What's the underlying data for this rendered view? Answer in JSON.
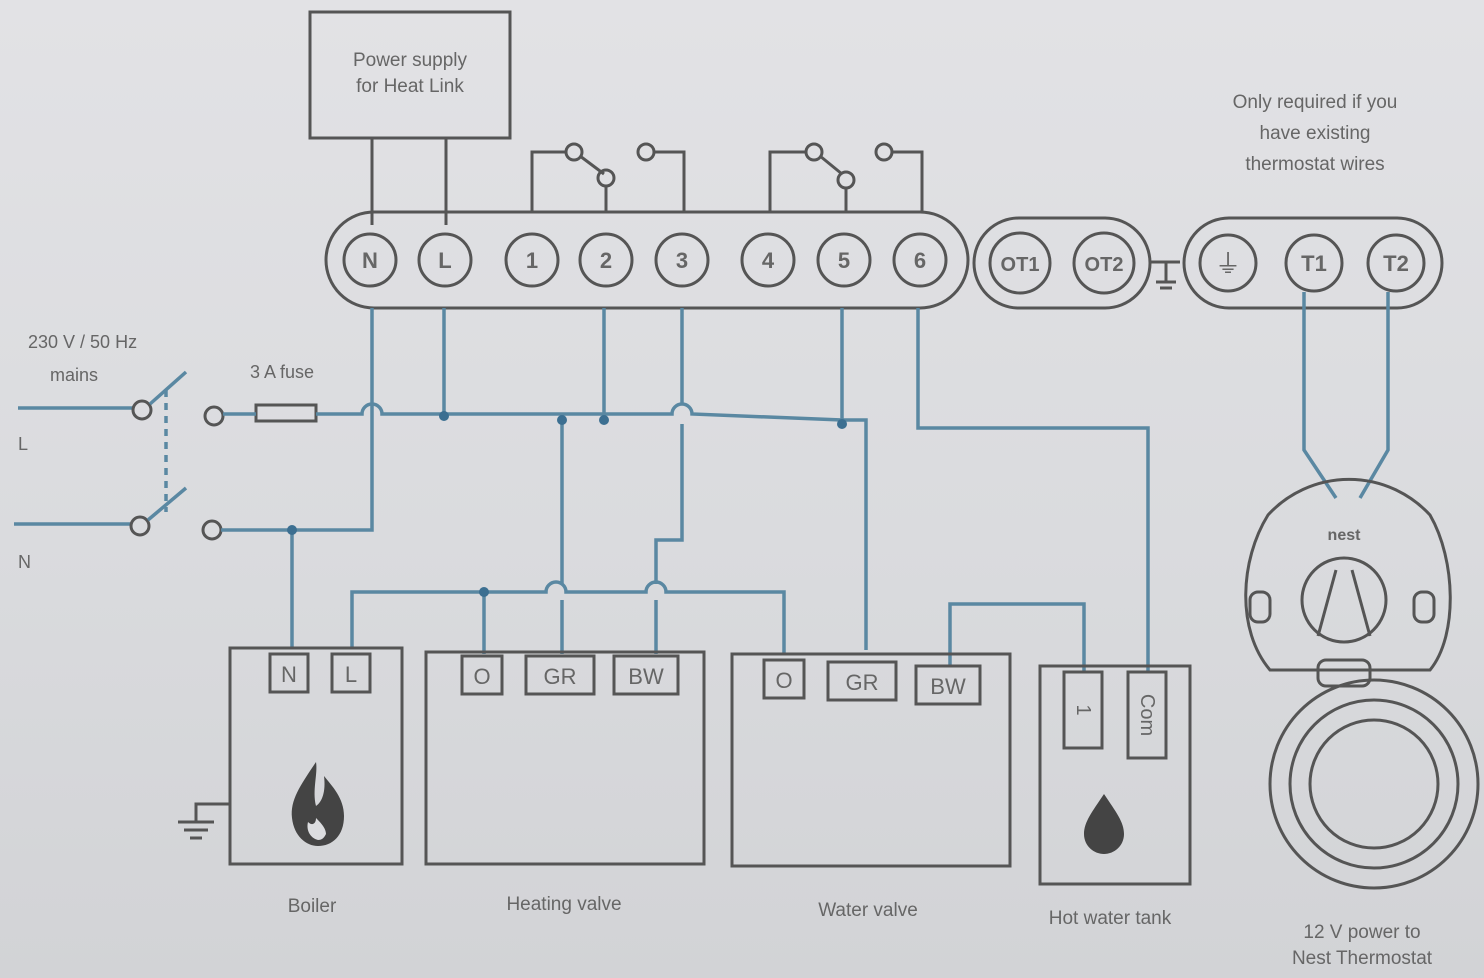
{
  "power_supply": {
    "line1": "Power supply",
    "line2": "for Heat Link"
  },
  "note": {
    "line1": "Only required if you",
    "line2": "have existing",
    "line3": "thermostat wires"
  },
  "mains": {
    "line1": "230 V / 50 Hz",
    "line2": "mains",
    "L": "L",
    "N": "N"
  },
  "fuse_label": "3 A fuse",
  "terminals": [
    "N",
    "L",
    "1",
    "2",
    "3",
    "4",
    "5",
    "6",
    "OT1",
    "OT2",
    "⏚",
    "T1",
    "T2"
  ],
  "boiler": {
    "N": "N",
    "L": "L",
    "caption": "Boiler"
  },
  "heating_valve": {
    "O": "O",
    "GR": "GR",
    "BW": "BW",
    "caption": "Heating valve"
  },
  "water_valve": {
    "O": "O",
    "GR": "GR",
    "BW": "BW",
    "caption": "Water valve"
  },
  "hot_water_tank": {
    "one": "1",
    "com": "Com",
    "caption": "Hot water tank"
  },
  "nest": {
    "logo": "nest",
    "caption_line1": "12 V power to",
    "caption_line2": "Nest Thermostat"
  },
  "colors": {
    "wire": "#5a88a2",
    "line": "#555555",
    "junction": "#3c6f91"
  }
}
